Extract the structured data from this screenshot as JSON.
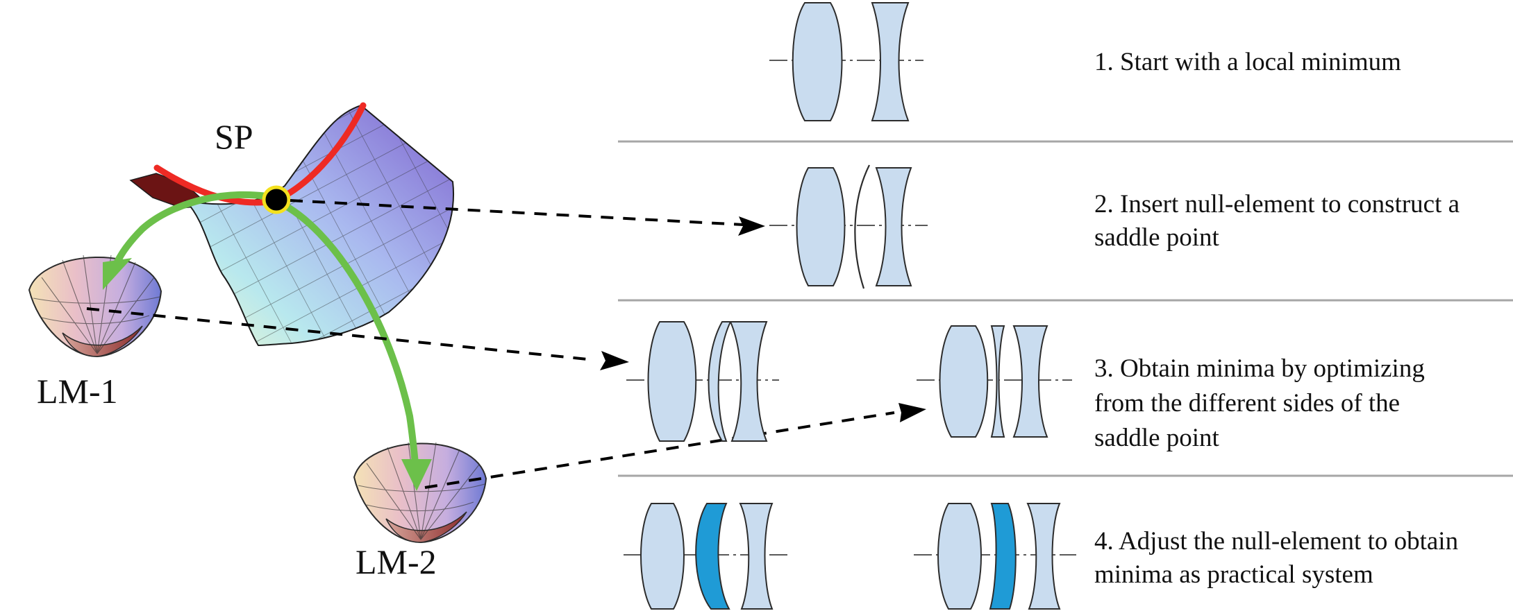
{
  "labels": {
    "saddle_point": "SP",
    "local_min_1": "LM-1",
    "local_min_2": "LM-2"
  },
  "steps": [
    {
      "lines": [
        "1.  Start with a local minimum"
      ]
    },
    {
      "lines": [
        "2. Insert null-element to construct a",
        "saddle point"
      ]
    },
    {
      "lines": [
        "3. Obtain minima by optimizing",
        "from the different sides of the",
        "saddle point"
      ]
    },
    {
      "lines": [
        "4. Adjust the null-element to obtain",
        "minima as practical system"
      ]
    }
  ],
  "colors": {
    "lens_fill": "#c9dcef",
    "lens_outline": "#2c2c2c",
    "null_element_fill": "#1f9bd6",
    "path_green": "#6cc04a",
    "ridge_red": "#ee2a24",
    "saddle_dot": "#000000",
    "saddle_dot_ring": "#f4e11e",
    "divider": "#a6a6a6"
  }
}
